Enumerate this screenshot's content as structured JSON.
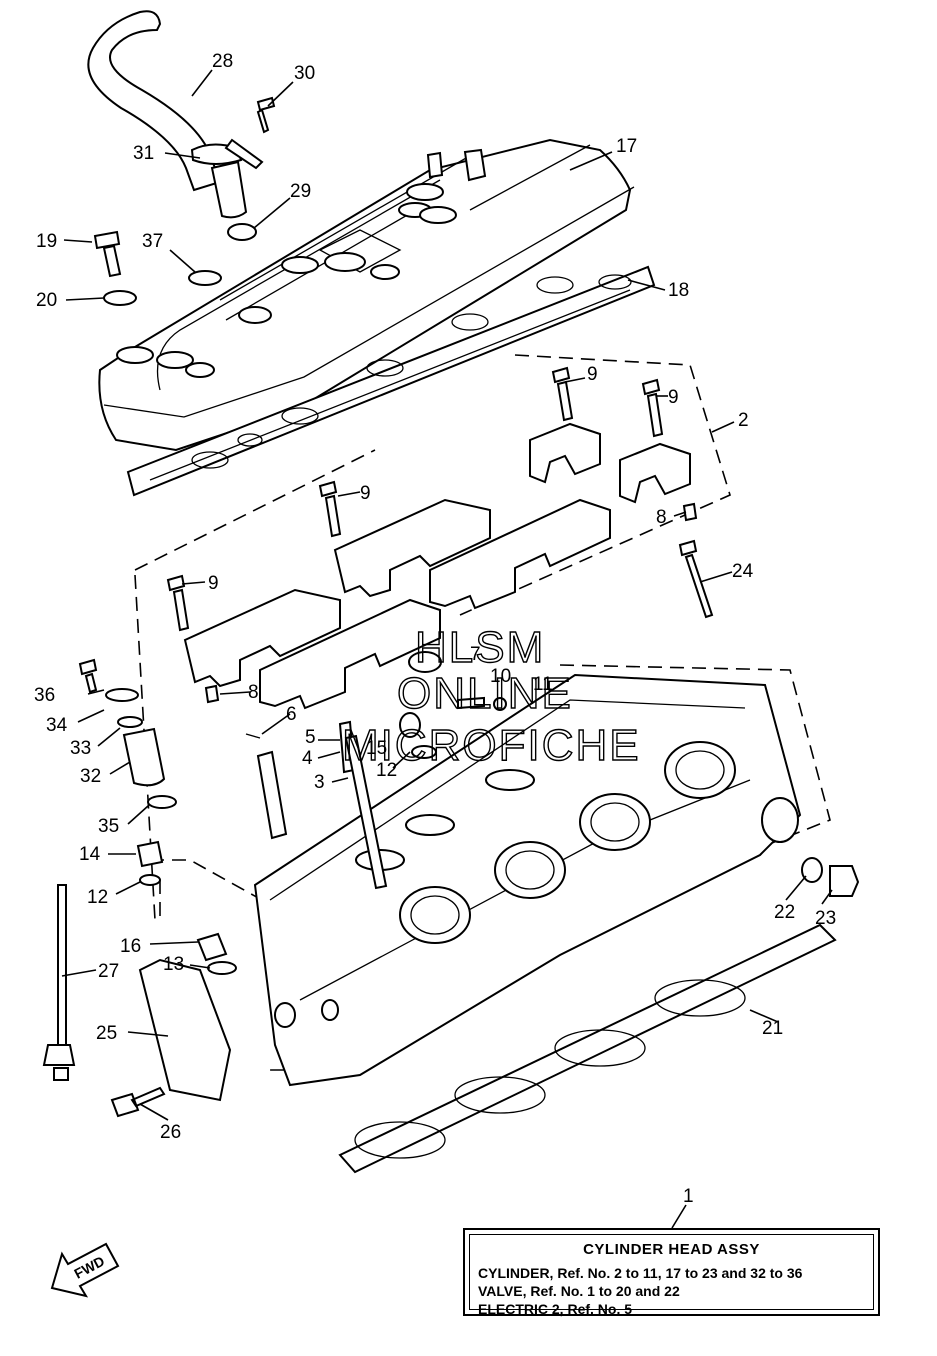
{
  "callouts": {
    "c1": "1",
    "c2": "2",
    "c3": "3",
    "c4": "4",
    "c5": "5",
    "c6": "6",
    "c7": "7",
    "c8a": "8",
    "c8b": "8",
    "c9a": "9",
    "c9b": "9",
    "c9c": "9",
    "c9d": "9",
    "c10": "10",
    "c11": "11",
    "c12a": "12",
    "c12b": "12",
    "c13": "13",
    "c14": "14",
    "c15": "15",
    "c16": "16",
    "c17": "17",
    "c18": "18",
    "c19": "19",
    "c20": "20",
    "c21": "21",
    "c22": "22",
    "c23": "23",
    "c24": "24",
    "c25": "25",
    "c26": "26",
    "c27": "27",
    "c28": "28",
    "c29": "29",
    "c30": "30",
    "c31": "31",
    "c32": "32",
    "c33": "33",
    "c34": "34",
    "c35": "35",
    "c36": "36",
    "c37": "37"
  },
  "watermark": {
    "line1": "HLSM",
    "line2": "ONLINE",
    "line3": "MICROFICHE"
  },
  "fwd_label": "FWD",
  "legend": {
    "title": "CYLINDER HEAD ASSY",
    "line1": "CYLINDER, Ref. No. 2 to 11, 17 to 23 and 32 to 36",
    "line2": "VALVE, Ref. No. 1 to 20 and 22",
    "line3": "ELECTRIC 2,  Ref. No. 5"
  }
}
